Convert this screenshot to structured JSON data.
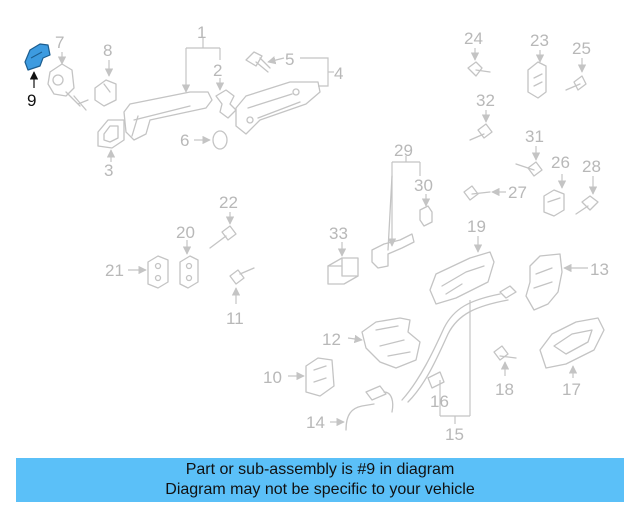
{
  "diagram": {
    "highlighted_part": "9",
    "colors": {
      "highlight_fill": "#3d9be0",
      "banner_bg": "#5bc0f8",
      "part_gray": "#c4c4c4",
      "label_gray": "#b8b8b8"
    },
    "labels": {
      "p1": "1",
      "p2": "2",
      "p3": "3",
      "p4": "4",
      "p5": "5",
      "p6": "6",
      "p7": "7",
      "p8": "8",
      "p9": "9",
      "p10": "10",
      "p11": "11",
      "p12": "12",
      "p13": "13",
      "p14": "14",
      "p15": "15",
      "p16": "16",
      "p17": "17",
      "p18": "18",
      "p19": "19",
      "p20": "20",
      "p21": "21",
      "p22": "22",
      "p23": "23",
      "p24": "24",
      "p25": "25",
      "p26": "26",
      "p27": "27",
      "p28": "28",
      "p29": "29",
      "p30": "30",
      "p31": "31",
      "p32": "32",
      "p33": "33"
    }
  },
  "banner": {
    "line1": "Part or sub-assembly is #9 in diagram",
    "line2": "Diagram may not be specific to your vehicle"
  }
}
